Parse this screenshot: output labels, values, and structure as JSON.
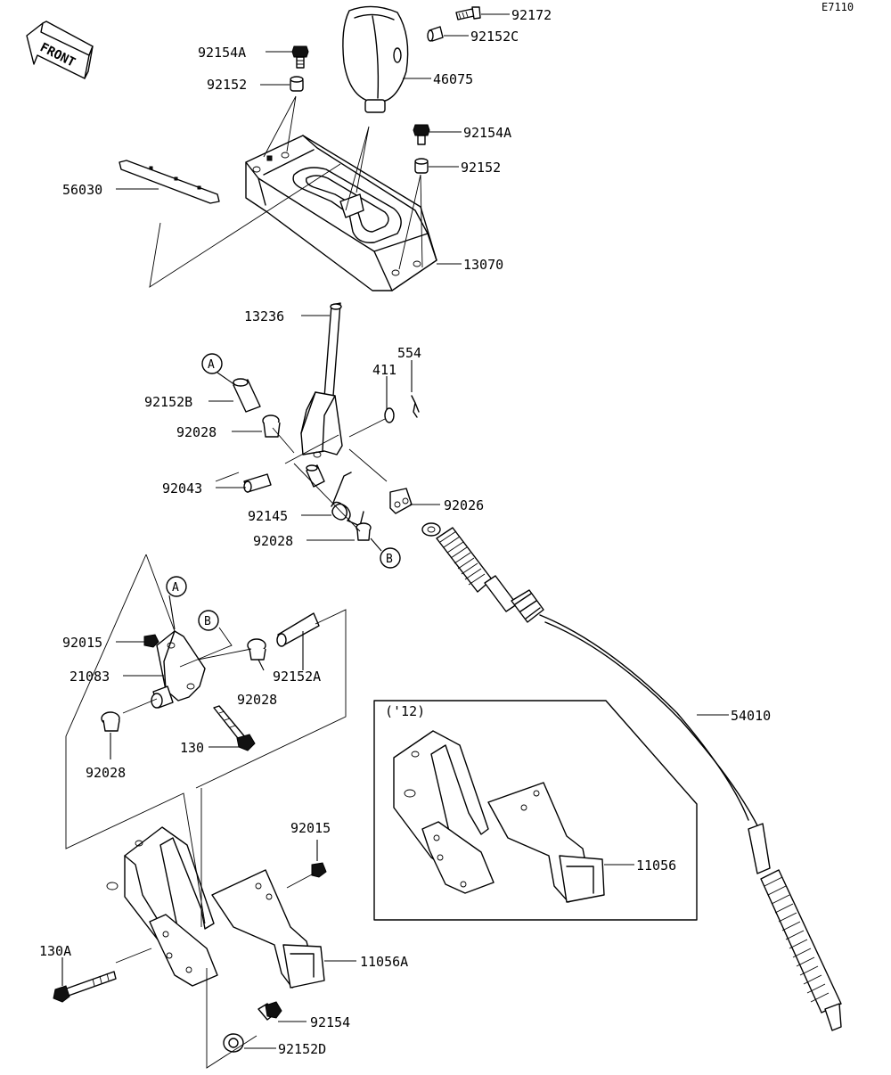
{
  "diagram_code": "E7110",
  "front_label": "FRONT",
  "year_note": "('12)",
  "refs": {
    "a": "A",
    "b": "B"
  },
  "parts": {
    "p92172": "92172",
    "p92152C": "92152C",
    "p46075": "46075",
    "p92154A_top": "92154A",
    "p92152_top": "92152",
    "p92154A_right": "92154A",
    "p92152_right": "92152",
    "p56030": "56030",
    "p13070": "13070",
    "p13236": "13236",
    "p554": "554",
    "p411": "411",
    "p92152B": "92152B",
    "p92028_a": "92028",
    "p92043": "92043",
    "p92145": "92145",
    "p92026": "92026",
    "p92028_b": "92028",
    "p92015_top": "92015",
    "p21083": "21083",
    "p92152A": "92152A",
    "p92028_c": "92028",
    "p130": "130",
    "p92028_d": "92028",
    "p54010": "54010",
    "p11056": "11056",
    "p92015_bottom": "92015",
    "p130A": "130A",
    "p11056A": "11056A",
    "p92154": "92154",
    "p92152D": "92152D"
  }
}
